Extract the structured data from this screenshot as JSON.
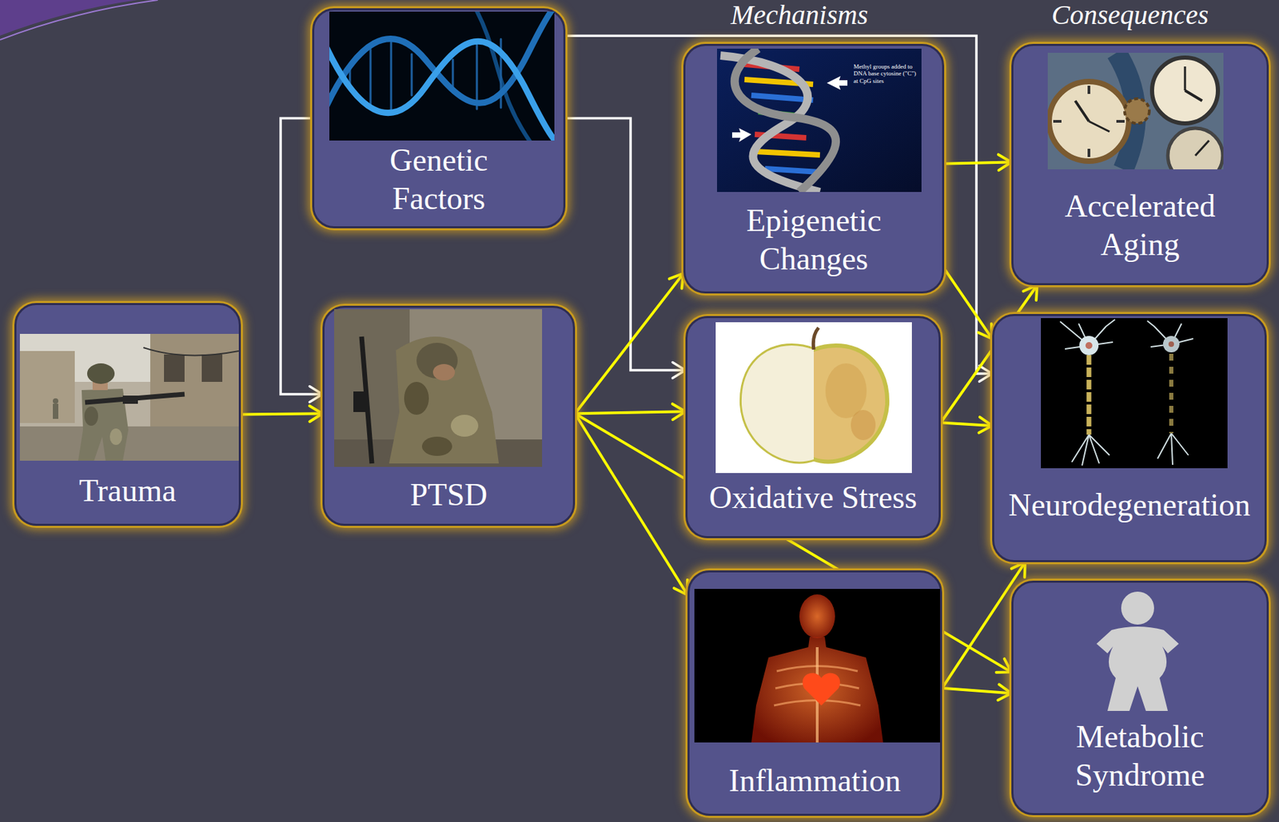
{
  "diagram": {
    "nodes": [
      {
        "text": [
          "Trauma"
        ]
      },
      {
        "text": [
          "Genetic Factors"
        ]
      },
      {
        "text": [
          "PTSD"
        ]
      },
      {
        "text": [
          "Epigenetic Changes"
        ]
      },
      {
        "text": [
          "Oxidative Stress"
        ]
      },
      {
        "text": [
          "Inflammation"
        ]
      },
      {
        "text": [
          "Accelerated Aging"
        ]
      },
      {
        "text": [
          "Neurodegeneration"
        ]
      },
      {
        "text": [
          "Metabolic Syndrome"
        ]
      }
    ],
    "edges": [
      {
        "from": 0,
        "to": 2,
        "arrow": "to"
      },
      {
        "from": 1,
        "to": 2,
        "arrow": "to"
      },
      {
        "from": 1,
        "to": 4,
        "arrow": "to"
      },
      {
        "from": 1,
        "to": 7,
        "arrow": "to"
      },
      {
        "from": 2,
        "to": 3,
        "arrow": "to"
      },
      {
        "from": 2,
        "to": 4,
        "arrow": "to"
      },
      {
        "from": 2,
        "to": 5,
        "arrow": "to"
      },
      {
        "from": 2,
        "to": 8,
        "arrow": "to"
      },
      {
        "from": 3,
        "to": 6,
        "arrow": "to"
      },
      {
        "from": 3,
        "to": 7,
        "arrow": "to"
      },
      {
        "from": 4,
        "to": 6,
        "arrow": "to"
      },
      {
        "from": 4,
        "to": 7,
        "arrow": "to"
      },
      {
        "from": 5,
        "to": 7,
        "arrow": "to"
      },
      {
        "from": 5,
        "to": 8,
        "arrow": "to"
      }
    ],
    "labels": [
      "Mechanisms",
      "Consequences",
      "Methyl groups added to DNA base cytosine (\"C\") at CpG sites"
    ]
  }
}
